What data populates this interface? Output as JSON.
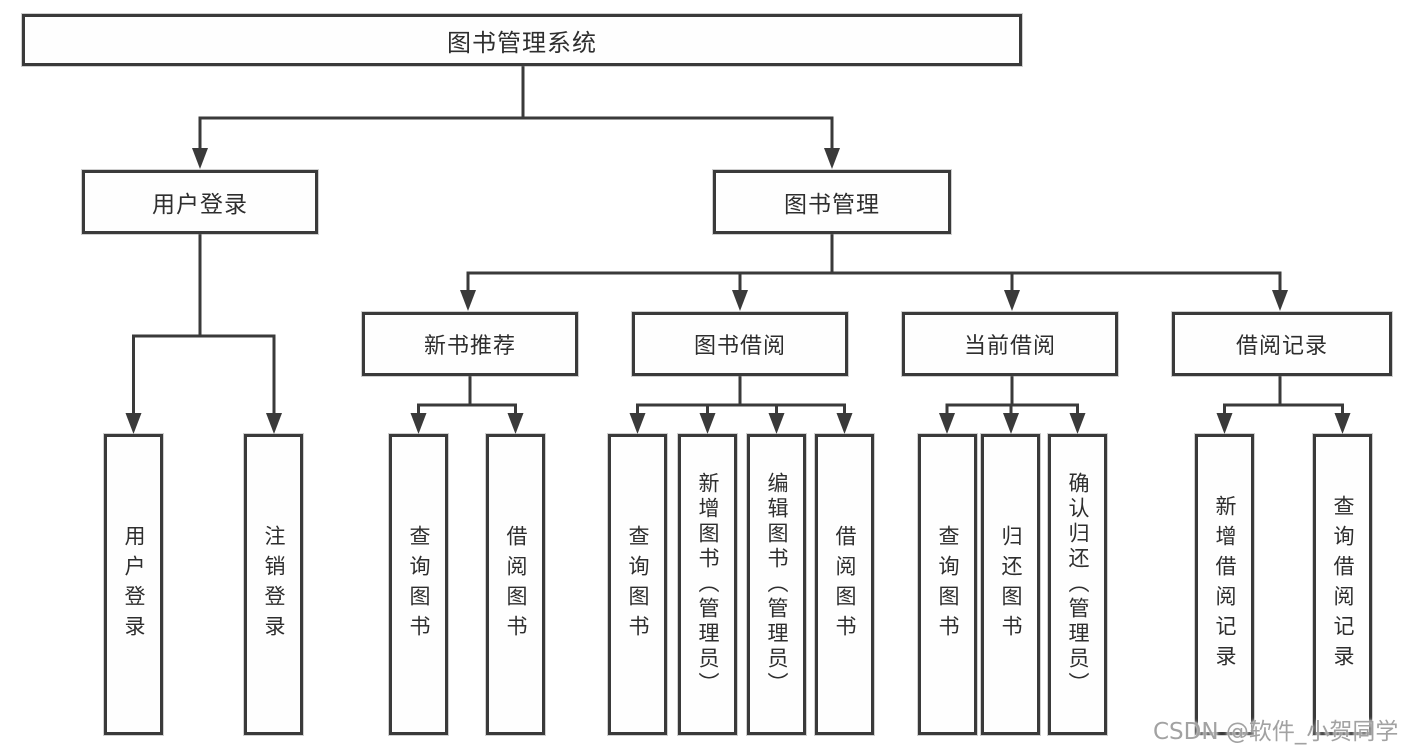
{
  "tree": {
    "label": "图书管理系统",
    "children": [
      {
        "label": "用户登录",
        "children": [
          {
            "label": "用户登录"
          },
          {
            "label": "注销登录"
          }
        ]
      },
      {
        "label": "图书管理",
        "children": [
          {
            "label": "新书推荐",
            "children": [
              {
                "label": "查询图书"
              },
              {
                "label": "借阅图书"
              }
            ]
          },
          {
            "label": "图书借阅",
            "children": [
              {
                "label": "查询图书"
              },
              {
                "label": "新增图书（管理员）"
              },
              {
                "label": "编辑图书（管理员）"
              },
              {
                "label": "借阅图书"
              }
            ]
          },
          {
            "label": "当前借阅",
            "children": [
              {
                "label": "查询图书"
              },
              {
                "label": "归还图书"
              },
              {
                "label": "确认归还（管理员）"
              }
            ]
          },
          {
            "label": "借阅记录",
            "children": [
              {
                "label": "新增借阅记录"
              },
              {
                "label": "查询借阅记录"
              }
            ]
          }
        ]
      }
    ]
  },
  "watermark": "CSDN @软件_小贺同学",
  "colors": {
    "line": "#3a3a3a",
    "box_border": "#3a3a3a",
    "text": "#2e2e2e",
    "background": "#ffffff",
    "watermark": "#9d9d9d"
  }
}
